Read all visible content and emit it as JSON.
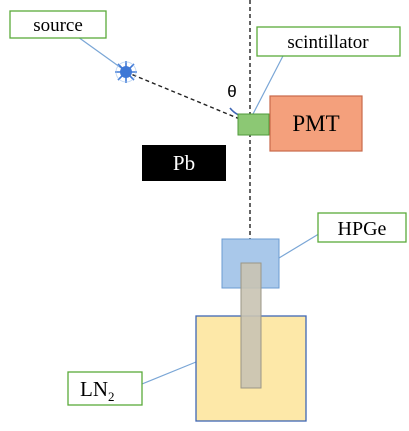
{
  "labels": {
    "source": "source",
    "scintillator": "scintillator",
    "theta": "θ",
    "pmt": "PMT",
    "pb": "Pb",
    "hpge": "HPGe",
    "ln2_main": "LN",
    "ln2_sub": "2"
  },
  "colors": {
    "callout_border": "#5aaa3a",
    "leader_line": "#7aa6d6",
    "scintillator_fill": "#8cc874",
    "scintillator_stroke": "#4f9a3a",
    "pmt_fill": "#f4a07c",
    "pmt_stroke": "#c8694a",
    "pb_fill": "#000000",
    "pb_text": "#ffffff",
    "hpge_fill": "#a9c8ea",
    "hpge_stroke": "#6b9bd1",
    "ln2_fill": "#fde8a8",
    "ln2_stroke": "#3f66b5",
    "rod_fill": "#c9c3b3",
    "rod_stroke": "#9b9686",
    "source_fill": "#3f78d6",
    "dash_line": "#222222"
  },
  "icons": {
    "source": "star-burst-icon"
  }
}
